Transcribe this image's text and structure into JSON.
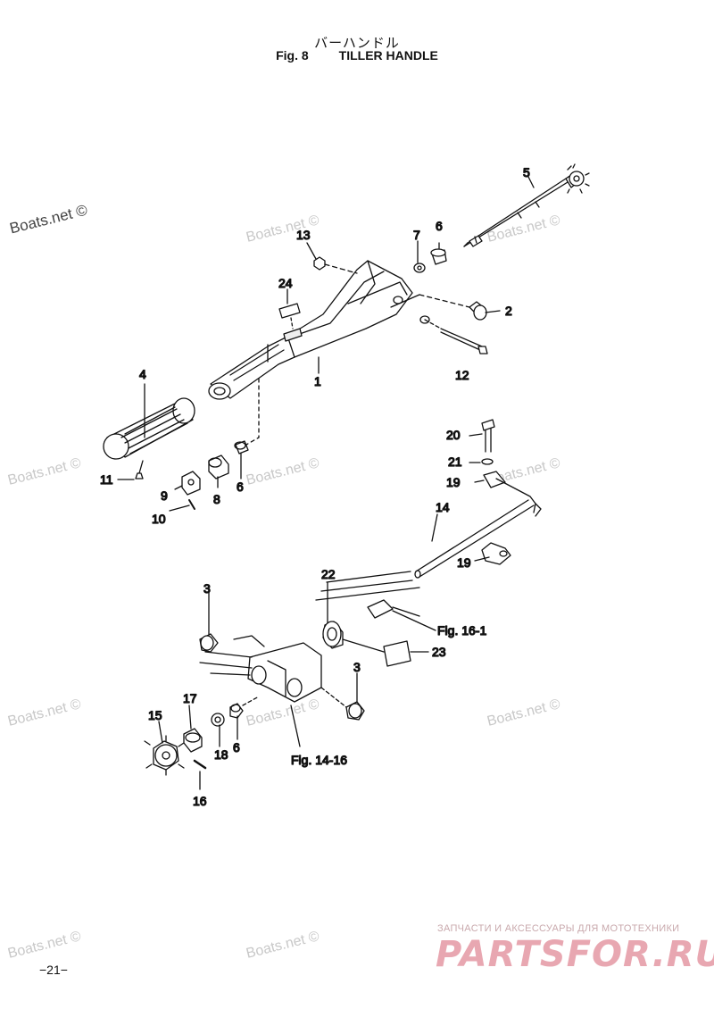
{
  "title_jp": "バーハンドル",
  "fig_number": "Fig. 8",
  "fig_title": "TILLER HANDLE",
  "watermark": "Boats.net ©",
  "page_number": "−21−",
  "promo_text": "ЗАПЧАСТИ И АКСЕССУАРЫ ДЛЯ МОТОТЕХНИКИ",
  "logo_text": "PARTSFOR.RU",
  "callouts": {
    "c1": "1",
    "c2": "2",
    "c3a": "3",
    "c3b": "3",
    "c4": "4",
    "c5": "5",
    "c6a": "6",
    "c6b": "6",
    "c6c": "6",
    "c7": "7",
    "c8": "8",
    "c9": "9",
    "c10": "10",
    "c11": "11",
    "c12": "12",
    "c13": "13",
    "c14": "14",
    "c15": "15",
    "c16": "16",
    "c17": "17",
    "c18": "18",
    "c19a": "19",
    "c19b": "19",
    "c20": "20",
    "c21": "21",
    "c22": "22",
    "c23": "23",
    "c24": "24"
  },
  "references": {
    "fig16": "Fig. 16-1",
    "fig14": "Fig. 14-16"
  }
}
